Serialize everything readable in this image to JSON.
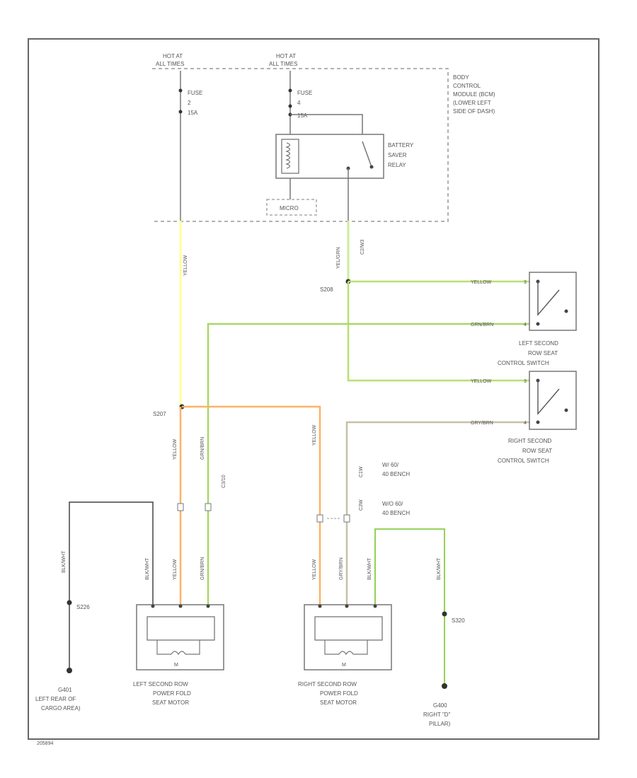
{
  "colors": {
    "frame": "#666666",
    "dashed": "#999999",
    "plain_wire": "#777777",
    "yellow": "#ffff99",
    "orange": "#ffb266",
    "green": "#b8e070",
    "green_dark": "#88cc44",
    "gray_beige": "#c8c0a8",
    "black_wire": "#444444"
  },
  "sources": {
    "left": {
      "line1": "HOT AT",
      "line2": "ALL TIMES"
    },
    "right": {
      "line1": "HOT AT",
      "line2": "ALL TIMES"
    }
  },
  "fuses": {
    "left": {
      "line1": "FUSE",
      "line2": "2",
      "line3": "15A"
    },
    "right": {
      "line1": "FUSE",
      "line2": "4",
      "line3": "15A"
    }
  },
  "relay": {
    "line1": "BATTERY",
    "line2": "SAVER",
    "line3": "RELAY",
    "micro_label": "MICRO"
  },
  "bcm": {
    "line1": "BODY",
    "line2": "CONTROL",
    "line3": "MODULE (BCM)",
    "line4": "(LOWER LEFT",
    "line5": "SIDE OF DASH)"
  },
  "wires": {
    "yellow_vertical": "YELLOW",
    "yellow_grn": "YEL/GRN",
    "yel_grn_code": "C2/W3",
    "cs10": "C3/10",
    "left_motor_yellow": "YELLOW",
    "left_motor_grn": "GRN/BRN",
    "right_motor_yellow": "YELLOW",
    "right_motor_gry": "GRY/BRN",
    "left_sw_yellow": "YELLOW",
    "left_sw_grn": "GRN/BRN",
    "right_sw_yellow": "YELLOW",
    "right_sw_gry": "GRY/BRN",
    "lower_yellow_left": "YELLOW",
    "lower_grn_left": "GRN/BRN",
    "lower_black_left": "BLK/WHT",
    "lower_yellow_right": "YELLOW",
    "lower_gry_right": "GRY/BRN",
    "lower_black_right": "BLK/WHT",
    "ground_left_wire": "BLK/WHT",
    "ground_right_wire": "BLK/WHT"
  },
  "splices": {
    "s207": "S207",
    "s208": "S208",
    "s226": "S226",
    "s320": "S320"
  },
  "options": {
    "opt1_code": "C1W",
    "opt1_line1": "W/ 60/",
    "opt1_line2": "40 BENCH",
    "opt2_code": "C3W",
    "opt2_line1": "W/O 60/",
    "opt2_line2": "40 BENCH"
  },
  "switches": {
    "left": {
      "line1": "LEFT SECOND",
      "line2": "ROW SEAT",
      "line3": "CONTROL SWITCH",
      "pin_top": "3",
      "pin_bot": "4"
    },
    "right": {
      "line1": "RIGHT SECOND",
      "line2": "ROW SEAT",
      "line3": "CONTROL SWITCH",
      "pin_top": "3",
      "pin_bot": "4"
    }
  },
  "motors": {
    "left": {
      "line1": "LEFT SECOND ROW",
      "line2": "POWER FOLD",
      "line3": "SEAT MOTOR",
      "symbol": "M"
    },
    "right": {
      "line1": "RIGHT SECOND ROW",
      "line2": "POWER FOLD",
      "line3": "SEAT MOTOR",
      "symbol": "M"
    }
  },
  "grounds": {
    "left": {
      "code": "G401",
      "line1": "LEFT REAR OF",
      "line2": "CARGO AREA)"
    },
    "right": {
      "code": "G400",
      "line1": "RIGHT \"D\"",
      "line2": "PILLAR)"
    }
  },
  "footer_id": "205894"
}
